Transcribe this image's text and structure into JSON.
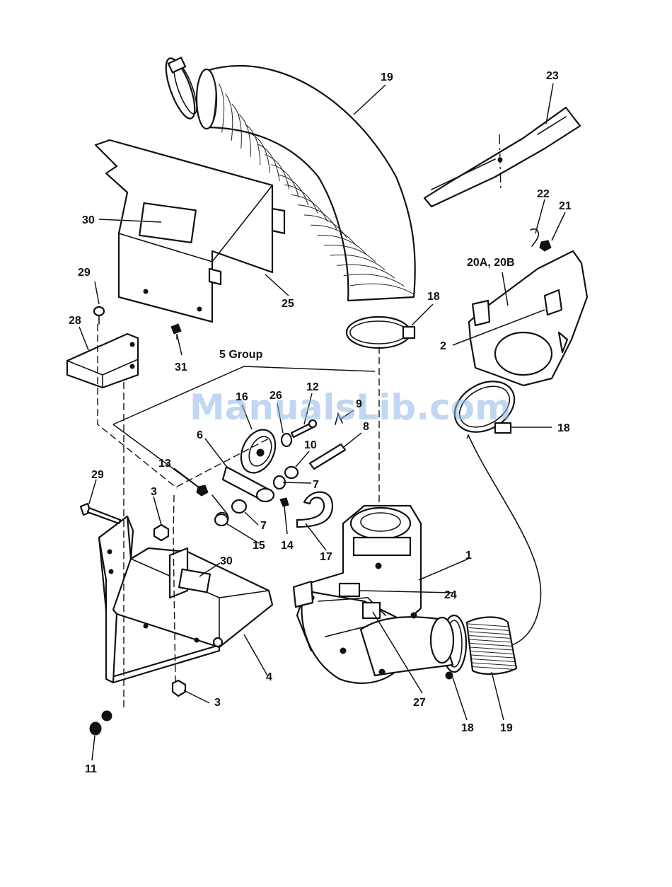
{
  "watermark": "ManualsLib.com",
  "callouts": {
    "c1": "1",
    "c2": "2",
    "c3a": "3",
    "c3b": "3",
    "c4": "4",
    "c5": "5 Group",
    "c6": "6",
    "c7a": "7",
    "c7b": "7",
    "c8": "8",
    "c9": "9",
    "c10": "10",
    "c11": "11",
    "c12": "12",
    "c13": "13",
    "c14": "14",
    "c15": "15",
    "c16": "16",
    "c17": "17",
    "c18a": "18",
    "c18b": "18",
    "c18c": "18",
    "c19a": "19",
    "c19b": "19",
    "c20": "20A, 20B",
    "c21": "21",
    "c22": "22",
    "c23": "23",
    "c24": "24",
    "c25": "25",
    "c26": "26",
    "c27": "27",
    "c28": "28",
    "c29a": "29",
    "c29b": "29",
    "c30a": "30",
    "c30b": "30",
    "c31": "31"
  },
  "colors": {
    "line": "#111111",
    "watermark": "#8fb7e6",
    "background": "#ffffff"
  }
}
